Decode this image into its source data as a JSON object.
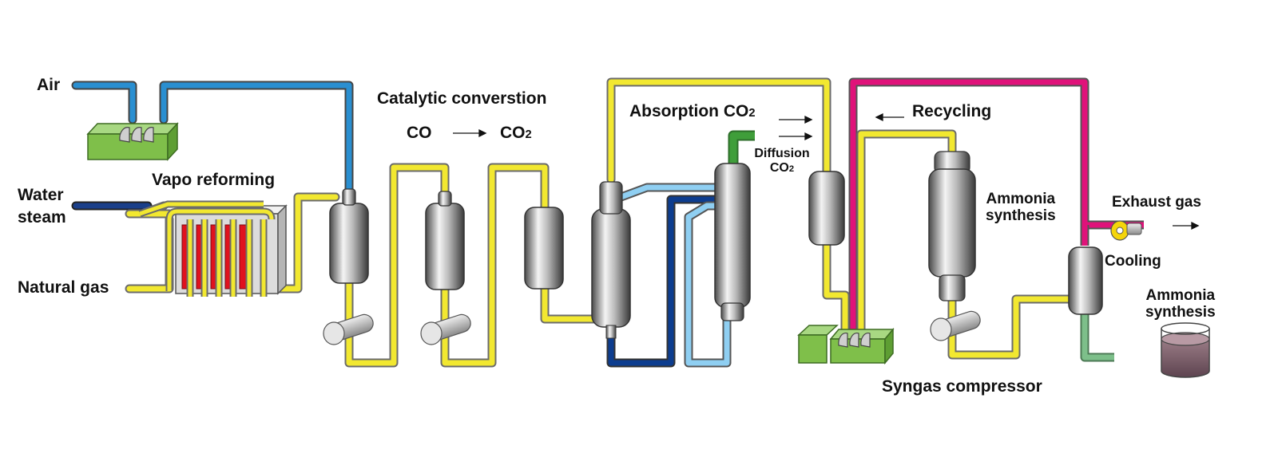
{
  "labels": {
    "air": "Air",
    "water_steam_1": "Water",
    "water_steam_2": "steam",
    "natural_gas": "Natural gas",
    "vapo_reforming": "Vapo reforming",
    "catalytic_conversion": "Catalytic converstion",
    "co": "CO",
    "co2_main": "CO",
    "co2_sub": "2",
    "absorption_main": "Absorption CO",
    "absorption_sub": "2",
    "diffusion_1": "Diffusion",
    "diffusion_2_main": "CO",
    "diffusion_2_sub": "2",
    "recycling": "Recycling",
    "ammonia_synthesis_1a": "Ammonia",
    "ammonia_synthesis_1b": "synthesis",
    "exhaust_gas": "Exhaust gas",
    "cooling": "Cooling",
    "ammonia_synthesis_2a": "Ammonia",
    "ammonia_synthesis_2b": "synthesis",
    "syngas_compressor": "Syngas compressor"
  },
  "colors": {
    "air_pipe": "#2a8fd1",
    "water_pipe": "#1a3f8a",
    "process_pipe": "#f2e830",
    "pipe_outline": "#6b6b6b",
    "recycle_pipe": "#e0127a",
    "absorbent_dark": "#0d3d8f",
    "absorbent_light": "#8fcff2",
    "co2_vent": "#3f9e3a",
    "compressor": "#7fbf4a",
    "furnace_tubes": "#e0121e",
    "cooling_outlet": "#7dbf8a",
    "liquid": "#7a5c66"
  }
}
